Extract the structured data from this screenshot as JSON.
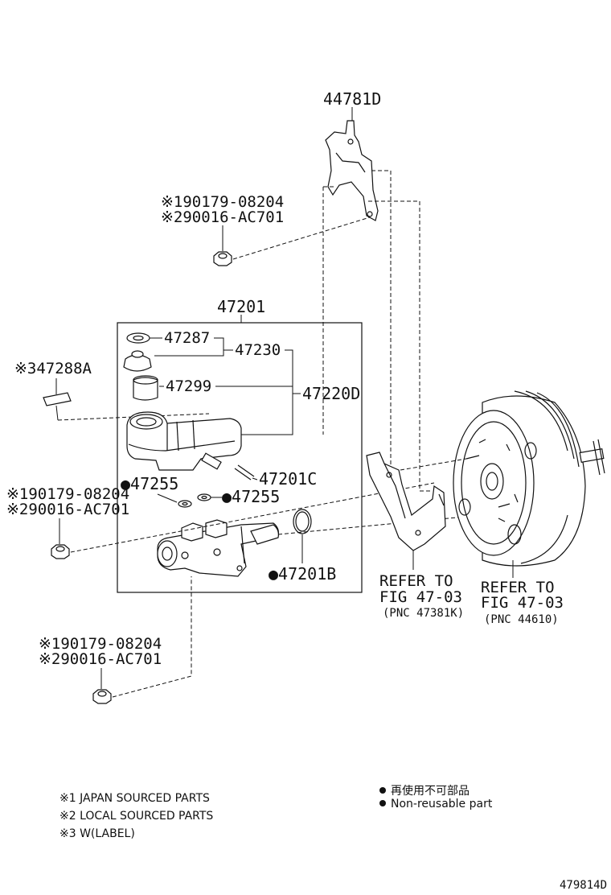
{
  "labels": {
    "p44781d": "44781D",
    "bolt_top_1": "※190179-08204",
    "bolt_top_2": "※290016-AC701",
    "p47201": "47201",
    "p47287": "47287",
    "p47230": "47230",
    "p47288a": "※347288A",
    "p47299": "47299",
    "p47220d": "47220D",
    "p47255a": "●47255",
    "p47201c": "47201C",
    "p47255b": "●47255",
    "bolt_mid_1": "※190179-08204",
    "bolt_mid_2": "※290016-AC701",
    "p47201b": "●47201B",
    "bolt_bot_1": "※190179-08204",
    "bolt_bot_2": "※290016-AC701"
  },
  "refers": {
    "bracket": {
      "line1": "REFER TO",
      "line2": "FIG 47-03",
      "line3": "(PNC 47381K)"
    },
    "booster": {
      "line1": "REFER TO",
      "line2": "FIG 47-03",
      "line3": "(PNC 44610)"
    }
  },
  "notes": {
    "n1": "※1 JAPAN SOURCED PARTS",
    "n2": "※2 LOCAL SOURCED PARTS",
    "n3": "※3 W(LABEL)"
  },
  "legend": {
    "jp": "再使用不可部品",
    "en": "Non-reusable part"
  },
  "figure_id": "479814D"
}
